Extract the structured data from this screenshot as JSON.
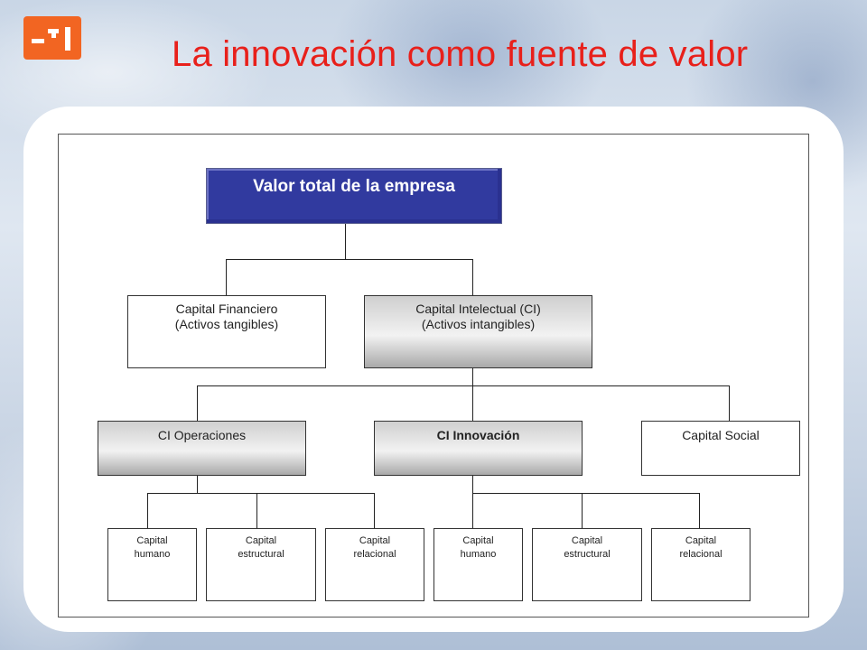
{
  "slide": {
    "title": "La innovación como fuente de valor"
  },
  "diagram": {
    "root": "Valor total de la empresa",
    "level2": [
      {
        "line1": "Capital Financiero",
        "line2": "(Activos tangibles)"
      },
      {
        "line1": "Capital Intelectual (CI)",
        "line2": "(Activos intangibles)"
      }
    ],
    "level3": [
      "CI Operaciones",
      "CI Innovación",
      "Capital Social"
    ],
    "level4": [
      {
        "line1": "Capital",
        "line2": "humano"
      },
      {
        "line1": "Capital",
        "line2": "estructural"
      },
      {
        "line1": "Capital",
        "line2": "relacional"
      },
      {
        "line1": "Capital",
        "line2": "humano"
      },
      {
        "line1": "Capital",
        "line2": "estructural"
      },
      {
        "line1": "Capital",
        "line2": "relacional"
      }
    ]
  },
  "colors": {
    "title": "#e8201b",
    "logo": "#f26522",
    "root_box": "#313a9f"
  }
}
